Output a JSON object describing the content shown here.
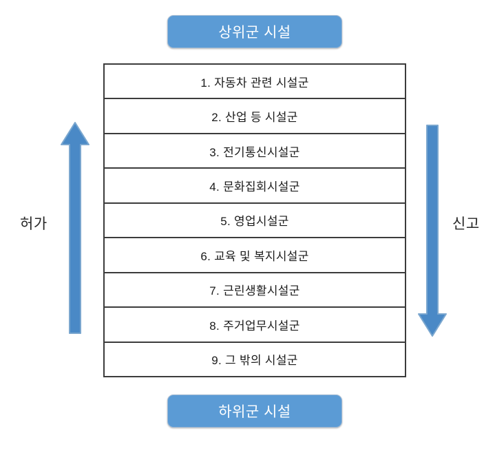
{
  "diagram": {
    "top_badge": {
      "label": "상위군 시설",
      "icon": "rounded-badge",
      "color": "#5B9BD5",
      "text_color": "#FFFFFF"
    },
    "bottom_badge": {
      "label": "하위군 시설",
      "icon": "rounded-badge",
      "color": "#5B9BD5",
      "text_color": "#FFFFFF"
    },
    "table": {
      "border_color": "#3B3B3B",
      "background": "#FFFFFF",
      "rows": [
        {
          "label": "1. 자동차 관련 시설군"
        },
        {
          "label": "2. 산업 등 시설군"
        },
        {
          "label": "3. 전기통신시설군"
        },
        {
          "label": "4. 문화집회시설군"
        },
        {
          "label": "5. 영업시설군"
        },
        {
          "label": "6. 교육 및 복지시설군"
        },
        {
          "label": "7. 근린생활시설군"
        },
        {
          "label": "8. 주거업무시설군"
        },
        {
          "label": "9. 그 밖의 시설군"
        }
      ]
    },
    "left_arrow": {
      "label": "허가",
      "direction": "up",
      "icon": "arrow-up-icon",
      "fill": "#4A89C6",
      "stroke": "#7BA7CF"
    },
    "right_arrow": {
      "label": "신고",
      "direction": "down",
      "icon": "arrow-down-icon",
      "fill": "#4A89C6",
      "stroke": "#7BA7CF"
    }
  }
}
